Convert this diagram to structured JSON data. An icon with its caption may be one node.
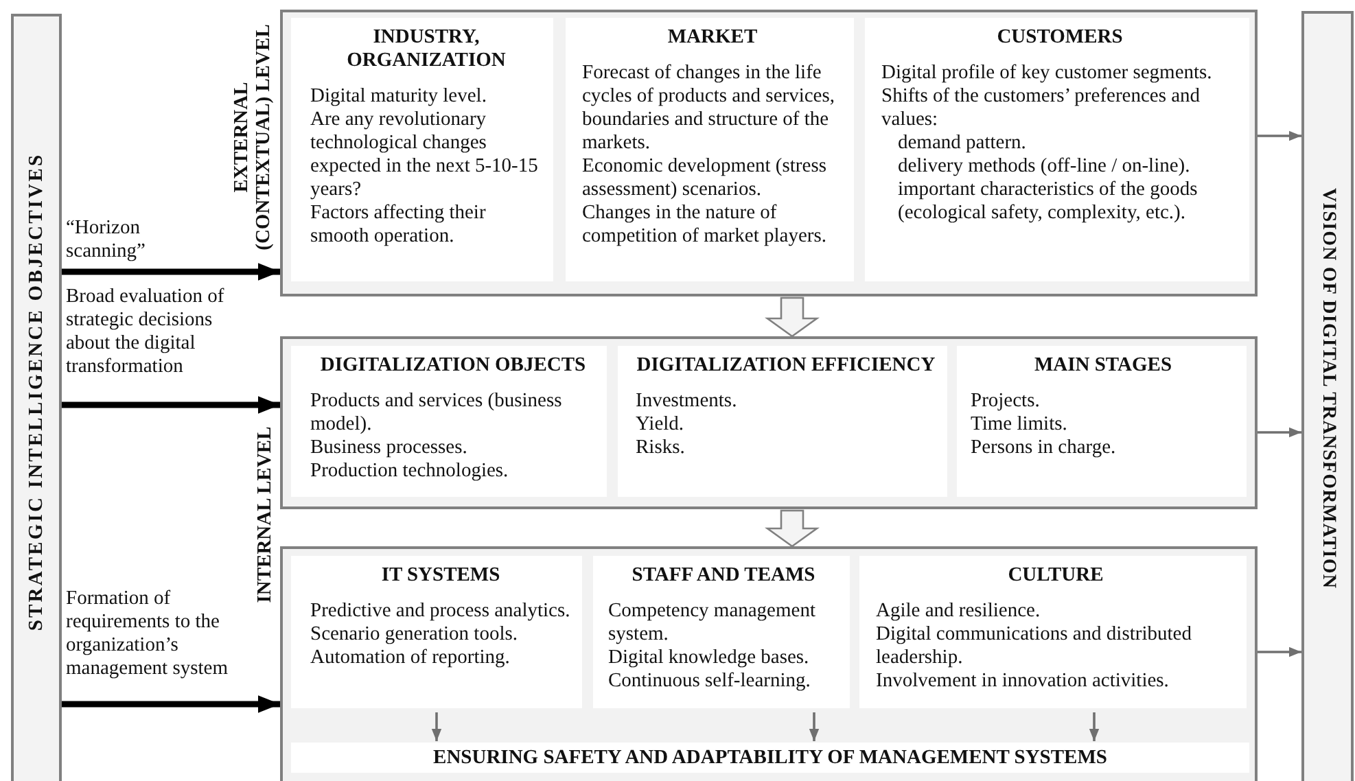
{
  "diagram": {
    "nodes": [
      {
        "text": [
          "STRATEGIC INTELLIGENCE OBJECTIVES"
        ]
      },
      {
        "text": [
          "VISION OF DIGITAL TRANSFORMATION"
        ]
      },
      {
        "text": [],
        "shape": "box"
      },
      {
        "text": [
          "INDUSTRY, ORGANIZATION",
          "Digital maturity level.",
          "Are any revolutionary technological changes expected in the next 5-10-15 years?",
          "Factors affecting their smooth operation."
        ],
        "in": 2
      },
      {
        "text": [
          "MARKET",
          "Forecast of changes in the life cycles of products and services, boundaries and structure of the markets.",
          "Economic development (stress assessment) scenarios.",
          "Changes in the nature of competition of market players."
        ],
        "in": 2
      },
      {
        "text": [
          "CUSTOMERS",
          "Digital profile of key customer segments.",
          "Shifts of the customers’ preferences and values:",
          "demand pattern.",
          "delivery methods (off-line / on-line).",
          "important characteristics of the goods (ecological safety, complexity, etc.)."
        ],
        "in": 2
      },
      {
        "text": [],
        "shape": "box"
      },
      {
        "text": [
          "DIGITALIZATION OBJECTS",
          "Products and services (business model).",
          "Business processes.",
          "Production technologies."
        ],
        "in": 6
      },
      {
        "text": [
          "DIGITALIZATION EFFICIENCY",
          "Investments.",
          "Yield.",
          "Risks."
        ],
        "in": 6
      },
      {
        "text": [
          "MAIN STAGES",
          "Projects.",
          "Time limits.",
          "Persons in charge."
        ],
        "in": 6
      },
      {
        "text": [],
        "shape": "box"
      },
      {
        "text": [
          "IT SYSTEMS",
          "Predictive and process analytics.",
          "Scenario generation tools.",
          "Automation of reporting."
        ],
        "in": 10
      },
      {
        "text": [
          "STAFF AND TEAMS",
          "Competency management system.",
          "Digital knowledge bases.",
          "Continuous self-learning."
        ],
        "in": 10
      },
      {
        "text": [
          "CULTURE",
          "Agile and resilience.",
          "Digital communications and distributed leadership.",
          "Involvement in innovation activities."
        ],
        "in": 10
      },
      {
        "text": [
          "ENSURING SAFETY AND ADAPTABILITY OF MANAGEMENT SYSTEMS"
        ],
        "in": 10
      }
    ],
    "edges": [
      {
        "from": 0,
        "to": 2,
        "arrow": "to",
        "style": "thick",
        "color": "#000000",
        "label": "“Horizon scanning”"
      },
      {
        "from": 0,
        "to": 6,
        "arrow": "to",
        "style": "thick",
        "color": "#000000",
        "label": "Broad evaluation of strategic decisions about the digital transformation"
      },
      {
        "from": 0,
        "to": 10,
        "arrow": "to",
        "style": "thick",
        "color": "#000000",
        "label": "Formation of requirements to the organization’s management system"
      },
      {
        "from": 2,
        "to": 1,
        "arrow": "to"
      },
      {
        "from": 6,
        "to": 1,
        "arrow": "to"
      },
      {
        "from": 10,
        "to": 1,
        "arrow": "to"
      },
      {
        "from": 2,
        "to": 6,
        "arrow": "to",
        "style": "thick"
      },
      {
        "from": 6,
        "to": 10,
        "arrow": "to",
        "style": "thick"
      },
      {
        "from": 11,
        "to": 14,
        "arrow": "to"
      },
      {
        "from": 12,
        "to": 14,
        "arrow": "to"
      },
      {
        "from": 13,
        "to": 14,
        "arrow": "to"
      }
    ],
    "labels": [
      "EXTERNAL (CONTEXTUAL) LEVEL",
      "INTERNAL LEVEL"
    ]
  }
}
